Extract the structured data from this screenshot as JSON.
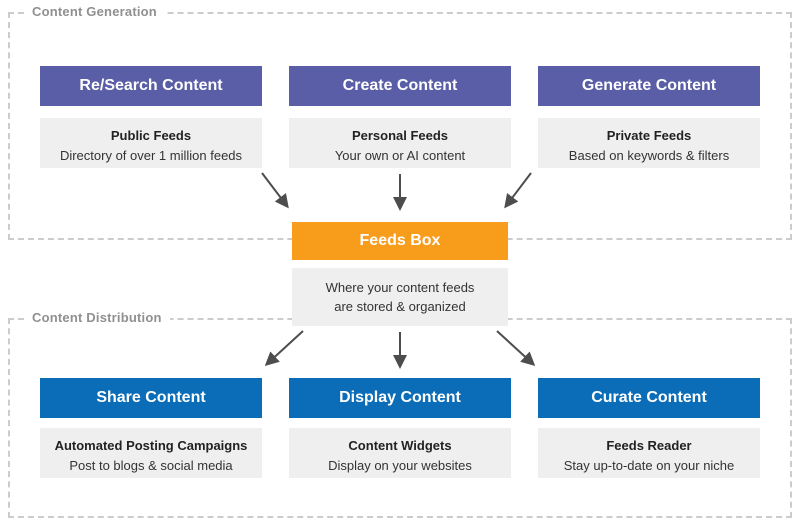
{
  "colors": {
    "generation_header": "#5a5ea6",
    "feeds_box": "#f89c1c",
    "distribution_header": "#0b6db7",
    "info_background": "#efefef",
    "arrow": "#4d4d4d",
    "section_border": "#cccccc",
    "section_label": "#909090"
  },
  "generation": {
    "label": "Content Generation",
    "cards": [
      {
        "title": "Re/Search Content",
        "subtitle": "Public Feeds",
        "description": "Directory of over 1 million feeds"
      },
      {
        "title": "Create Content",
        "subtitle": "Personal Feeds",
        "description": "Your own or AI content"
      },
      {
        "title": "Generate Content",
        "subtitle": "Private Feeds",
        "description": "Based on keywords & filters"
      }
    ]
  },
  "feeds_box": {
    "title": "Feeds Box",
    "description": "Where your content feeds are stored & organized"
  },
  "distribution": {
    "label": "Content Distribution",
    "cards": [
      {
        "title": "Share Content",
        "subtitle": "Automated Posting Campaigns",
        "description": "Post to blogs & social media"
      },
      {
        "title": "Display Content",
        "subtitle": "Content Widgets",
        "description": "Display on your websites"
      },
      {
        "title": "Curate Content",
        "subtitle": "Feeds Reader",
        "description": "Stay up-to-date on your niche"
      }
    ]
  }
}
